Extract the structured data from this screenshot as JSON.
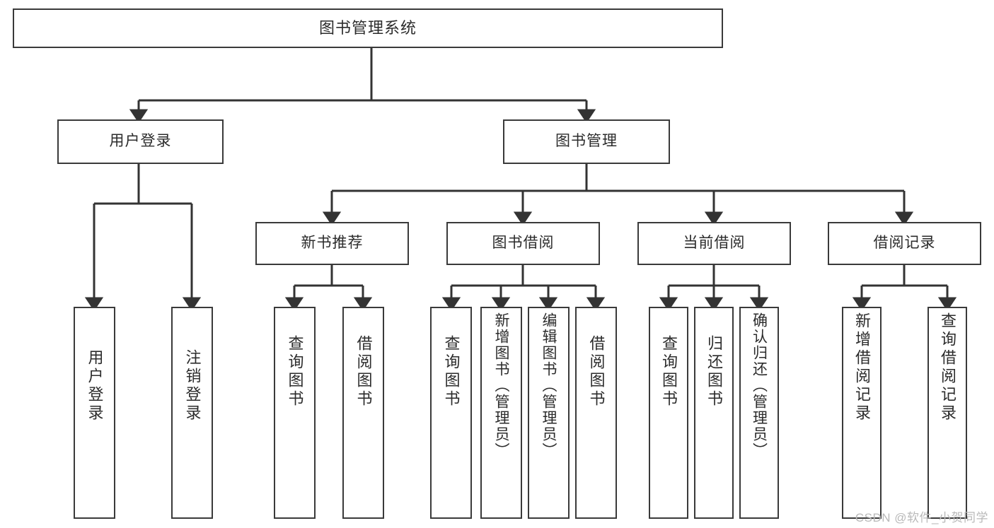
{
  "diagram": {
    "type": "tree-hierarchy",
    "title": "图书管理系统",
    "watermark": "CSDN @软件_小贺同学",
    "colors": {
      "box_border": "#3a3a3a",
      "box_fill": "#ffffff",
      "connector": "#333333",
      "text": "#2b2b2b",
      "watermark": "#b9b9b9"
    },
    "nodes": {
      "root": "图书管理系统",
      "level2": [
        {
          "id": "user-login",
          "label": "用户登录"
        },
        {
          "id": "book-manage",
          "label": "图书管理"
        }
      ],
      "level3": [
        {
          "id": "new-book-recommend",
          "label": "新书推荐"
        },
        {
          "id": "book-borrow",
          "label": "图书借阅"
        },
        {
          "id": "current-borrow",
          "label": "当前借阅"
        },
        {
          "id": "borrow-record",
          "label": "借阅记录"
        }
      ],
      "leaves": {
        "user_login": [
          {
            "id": "leaf-user-login",
            "label": "用户登录"
          },
          {
            "id": "leaf-logout",
            "label": "注销登录"
          }
        ],
        "new_book_recommend": [
          {
            "id": "leaf-query-book-1",
            "label": "查询图书"
          },
          {
            "id": "leaf-borrow-book-1",
            "label": "借阅图书"
          }
        ],
        "book_borrow": [
          {
            "id": "leaf-query-book-2",
            "label": "查询图书"
          },
          {
            "id": "leaf-add-book",
            "label": "新增图书（管理员）"
          },
          {
            "id": "leaf-edit-book",
            "label": "编辑图书（管理员）"
          },
          {
            "id": "leaf-borrow-book-2",
            "label": "借阅图书"
          }
        ],
        "current_borrow": [
          {
            "id": "leaf-query-book-3",
            "label": "查询图书"
          },
          {
            "id": "leaf-return-book",
            "label": "归还图书"
          },
          {
            "id": "leaf-confirm-return",
            "label": "确认归还（管理员）"
          }
        ],
        "borrow_record": [
          {
            "id": "leaf-add-record",
            "label": "新增借阅记录"
          },
          {
            "id": "leaf-query-record",
            "label": "查询借阅记录"
          }
        ]
      }
    }
  }
}
